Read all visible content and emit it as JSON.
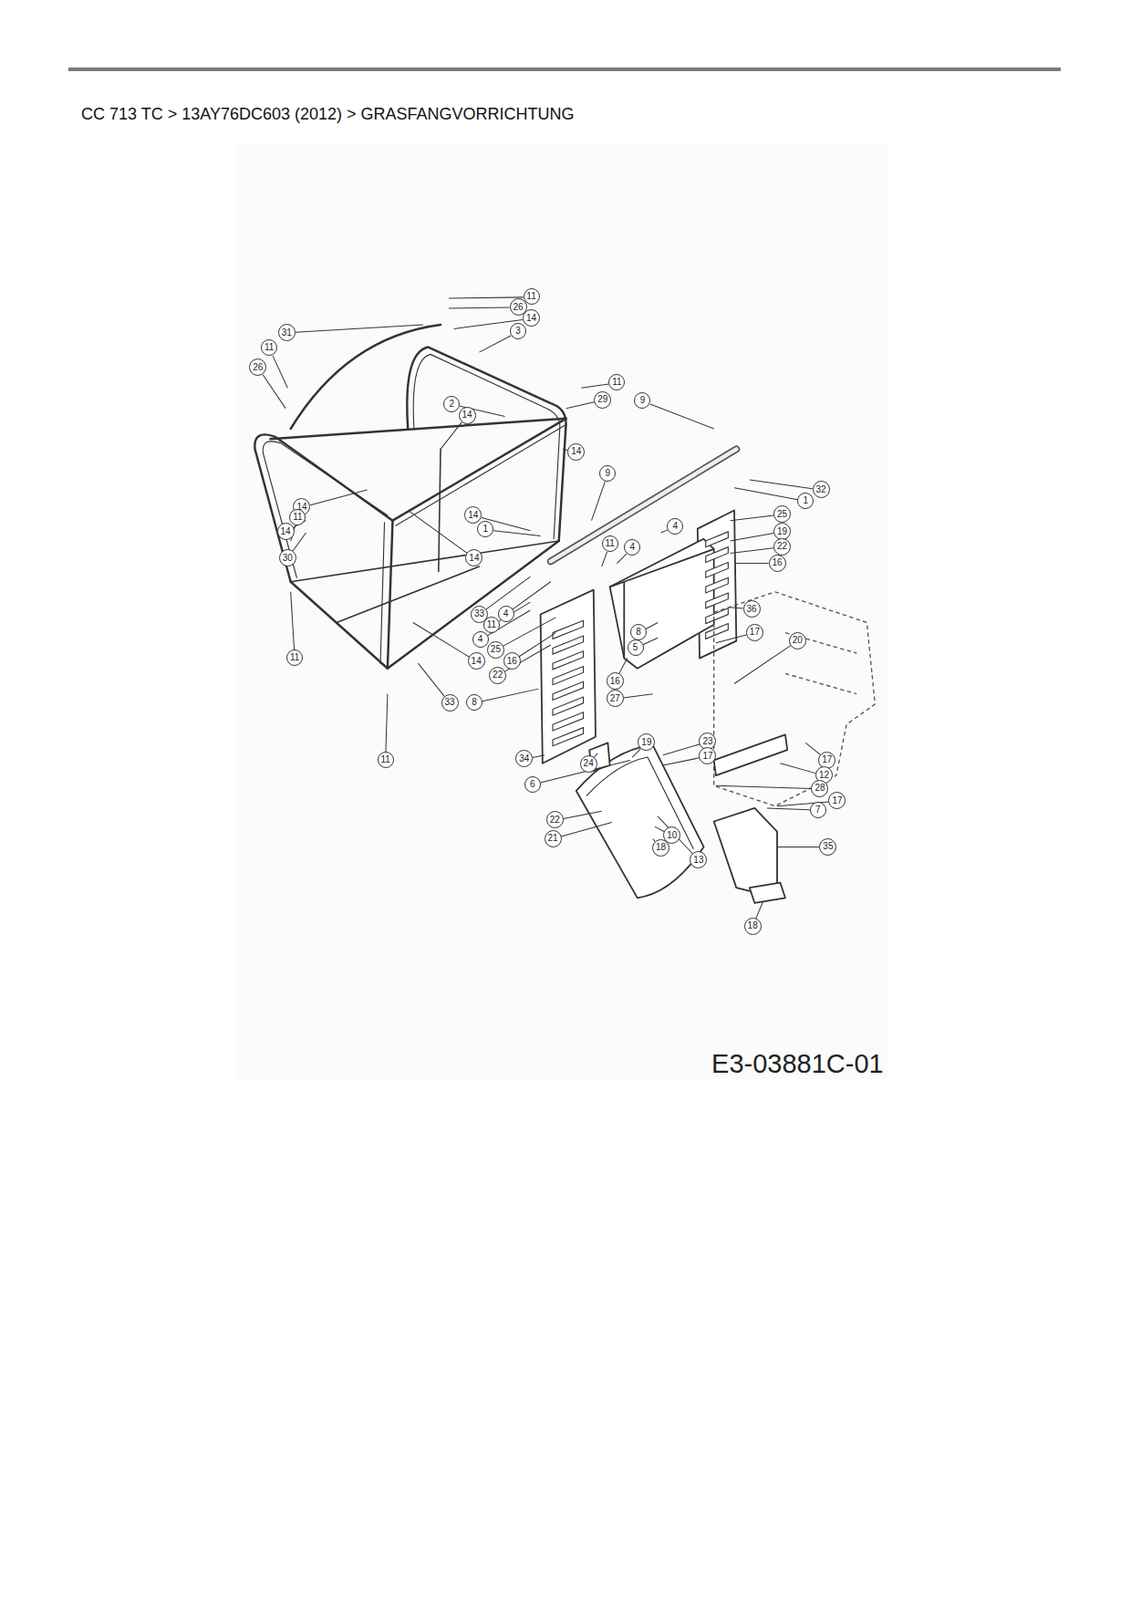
{
  "diagram": {
    "title": "CC 713 TC  >  13AY76DC603 (2012)  >  GRASFANGVORRICHTUNG",
    "labels": [
      "11",
      "26",
      "14",
      "31",
      "3",
      "11",
      "26",
      "11",
      "29",
      "9",
      "2",
      "14",
      "14",
      "9",
      "32",
      "1",
      "14",
      "11",
      "14",
      "14",
      "1",
      "11",
      "4",
      "4",
      "25",
      "19",
      "22",
      "16",
      "30",
      "14",
      "33",
      "4",
      "11",
      "4",
      "25",
      "16",
      "22",
      "14",
      "36",
      "17",
      "8",
      "5",
      "20",
      "16",
      "27",
      "33",
      "8",
      "11",
      "11",
      "23",
      "17",
      "19",
      "34",
      "24",
      "17",
      "12",
      "6",
      "28",
      "17",
      "7",
      "22",
      "21",
      "10",
      "18",
      "13",
      "35",
      "18",
      "E3-03881C-01"
    ]
  }
}
